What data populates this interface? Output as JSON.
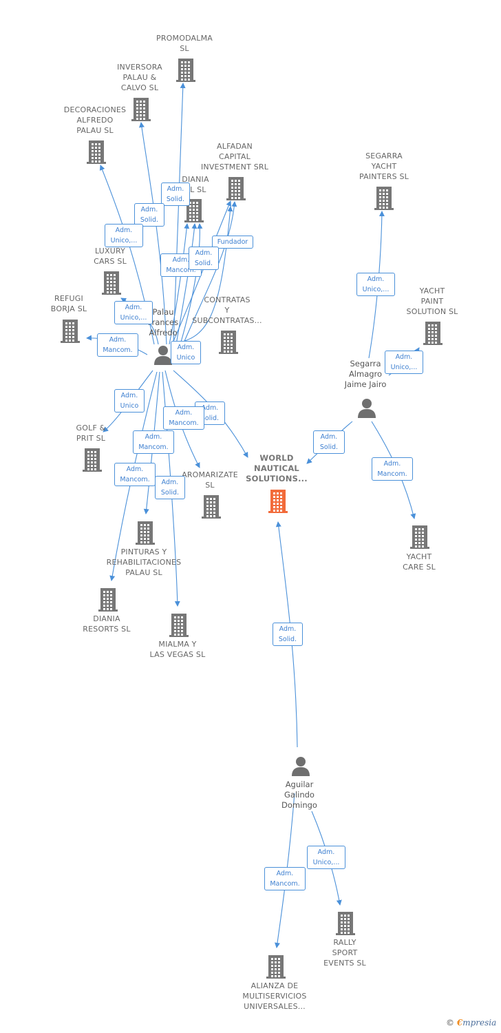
{
  "companies": [
    {
      "id": "promodalma",
      "lines": [
        "PROMODALMA",
        "SL"
      ]
    },
    {
      "id": "inversora",
      "lines": [
        "INVERSORA",
        "PALAU &",
        "CALVO  SL"
      ]
    },
    {
      "id": "decoraciones",
      "lines": [
        "DECORACIONES",
        "ALFREDO",
        "PALAU SL"
      ]
    },
    {
      "id": "alfadan",
      "lines": [
        "ALFADAN",
        "CAPITAL",
        "INVESTMENT SRL"
      ]
    },
    {
      "id": "diania",
      "lines": [
        "DIANIA",
        "AL  SL"
      ]
    },
    {
      "id": "luxury",
      "lines": [
        "GR",
        "LUXURY",
        "CARS  SL"
      ]
    },
    {
      "id": "refugi",
      "lines": [
        "REFUGI",
        "BORJA  SL"
      ]
    },
    {
      "id": "contratas",
      "lines": [
        "CONTRATAS",
        "Y",
        "SUBCONTRATAS..."
      ]
    },
    {
      "id": "golf",
      "lines": [
        "GOLF &",
        "PRIT SL"
      ]
    },
    {
      "id": "aromarizate",
      "lines": [
        "AROMARIZATE",
        "SL"
      ]
    },
    {
      "id": "world",
      "lines": [
        "WORLD",
        "NAUTICAL",
        "SOLUTIONS..."
      ],
      "main": true
    },
    {
      "id": "pinturas",
      "lines": [
        "PINTURAS Y",
        "REHABILITACIONES",
        "PALAU  SL"
      ]
    },
    {
      "id": "dianiaresorts",
      "lines": [
        "DIANIA",
        "RESORTS  SL"
      ]
    },
    {
      "id": "mialma",
      "lines": [
        "MIALMA Y",
        "LAS VEGAS  SL"
      ]
    },
    {
      "id": "segarra_painters",
      "lines": [
        "SEGARRA",
        "YACHT",
        "PAINTERS  SL"
      ]
    },
    {
      "id": "yachtpaint",
      "lines": [
        "YACHT",
        "PAINT",
        "SOLUTION  SL"
      ]
    },
    {
      "id": "yachtcare",
      "lines": [
        "YACHT",
        "CARE  SL"
      ]
    },
    {
      "id": "alianza",
      "lines": [
        "ALIANZA DE",
        "MULTISERVICIOS",
        "UNIVERSALES..."
      ]
    },
    {
      "id": "rally",
      "lines": [
        "RALLY",
        "SPORT",
        "EVENTS  SL"
      ]
    }
  ],
  "persons": [
    {
      "id": "palau",
      "lines": [
        "Palau",
        "Frances",
        "Alfredo"
      ]
    },
    {
      "id": "segarra",
      "lines": [
        "Segarra",
        "Almagro",
        "Jaime Jairo"
      ]
    },
    {
      "id": "aguilar",
      "lines": [
        "Aguilar",
        "Galindo",
        "Domingo"
      ]
    }
  ],
  "edge_labels": [
    {
      "id": "e1",
      "lines": [
        "Adm.",
        "Solid."
      ]
    },
    {
      "id": "e2",
      "lines": [
        "Adm.",
        "Solid."
      ]
    },
    {
      "id": "e3",
      "lines": [
        "Adm.",
        "Unico,..."
      ]
    },
    {
      "id": "e4",
      "lines": [
        "Fundador"
      ]
    },
    {
      "id": "e5",
      "lines": [
        "Adm.",
        "Mancom."
      ]
    },
    {
      "id": "e6",
      "lines": [
        "Adm.",
        "Solid."
      ]
    },
    {
      "id": "e7",
      "lines": [
        "Adm.",
        "Unico,..."
      ]
    },
    {
      "id": "e8",
      "lines": [
        "Adm.",
        "Mancom."
      ]
    },
    {
      "id": "e9",
      "lines": [
        "Adm.",
        "Unico"
      ]
    },
    {
      "id": "e10",
      "lines": [
        "Adm.",
        "Unico"
      ]
    },
    {
      "id": "e11",
      "lines": [
        "Adm.",
        "Solid."
      ]
    },
    {
      "id": "e12",
      "lines": [
        "Adm.",
        "Mancom."
      ]
    },
    {
      "id": "e13",
      "lines": [
        "Adm.",
        "Mancom."
      ]
    },
    {
      "id": "e14",
      "lines": [
        "Adm.",
        "Mancom."
      ]
    },
    {
      "id": "e15",
      "lines": [
        "Adm.",
        "Solid."
      ]
    },
    {
      "id": "e16",
      "lines": [
        "Adm.",
        "Unico,..."
      ]
    },
    {
      "id": "e17",
      "lines": [
        "Adm.",
        "Unico,..."
      ]
    },
    {
      "id": "e18",
      "lines": [
        "Adm.",
        "Solid."
      ]
    },
    {
      "id": "e19",
      "lines": [
        "Adm.",
        "Mancom."
      ]
    },
    {
      "id": "e20",
      "lines": [
        "Adm.",
        "Solid."
      ]
    },
    {
      "id": "e21",
      "lines": [
        "Adm.",
        "Mancom."
      ]
    },
    {
      "id": "e22",
      "lines": [
        "Adm.",
        "Unico,..."
      ]
    }
  ],
  "colors": {
    "edge": "#4a90d9",
    "building": "#777777",
    "building_main": "#f26b3a",
    "person": "#6f6f6f"
  },
  "footer": {
    "copyright": "©",
    "brand_initial": "€",
    "brand_rest": "mpresia"
  }
}
